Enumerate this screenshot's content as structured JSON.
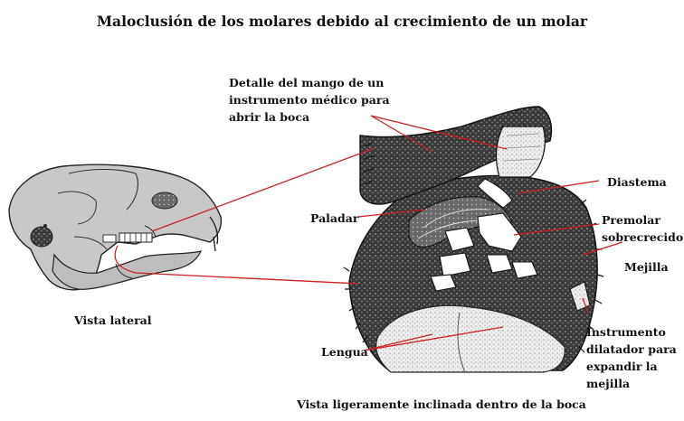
{
  "title": "Maloclusión de los molares debido al crecimiento de un molar",
  "labels": {
    "instrument_line1": "Detalle del mango de un",
    "instrument_line2": "instrumento médico para",
    "instrument_line3": "abrir la boca",
    "diastema": "Diastema",
    "paladar": "Paladar",
    "premolar_line1": "Premolar",
    "premolar_line2": "sobrecrecido",
    "mejilla": "Mejilla",
    "dilator_line1": "Instrumento",
    "dilator_line2": "dilatador para",
    "dilator_line3": "expandir la",
    "dilator_line4": "mejilla",
    "lengua": "Lengua",
    "vista_lateral": "Vista lateral",
    "vista_inclinada": "Vista ligeramente inclinada dentro de la boca"
  },
  "colors": {
    "leader_line": "#cc1f1f",
    "skull_fill": "#c8c8c8",
    "texture_dark": "#2a2a2a"
  }
}
